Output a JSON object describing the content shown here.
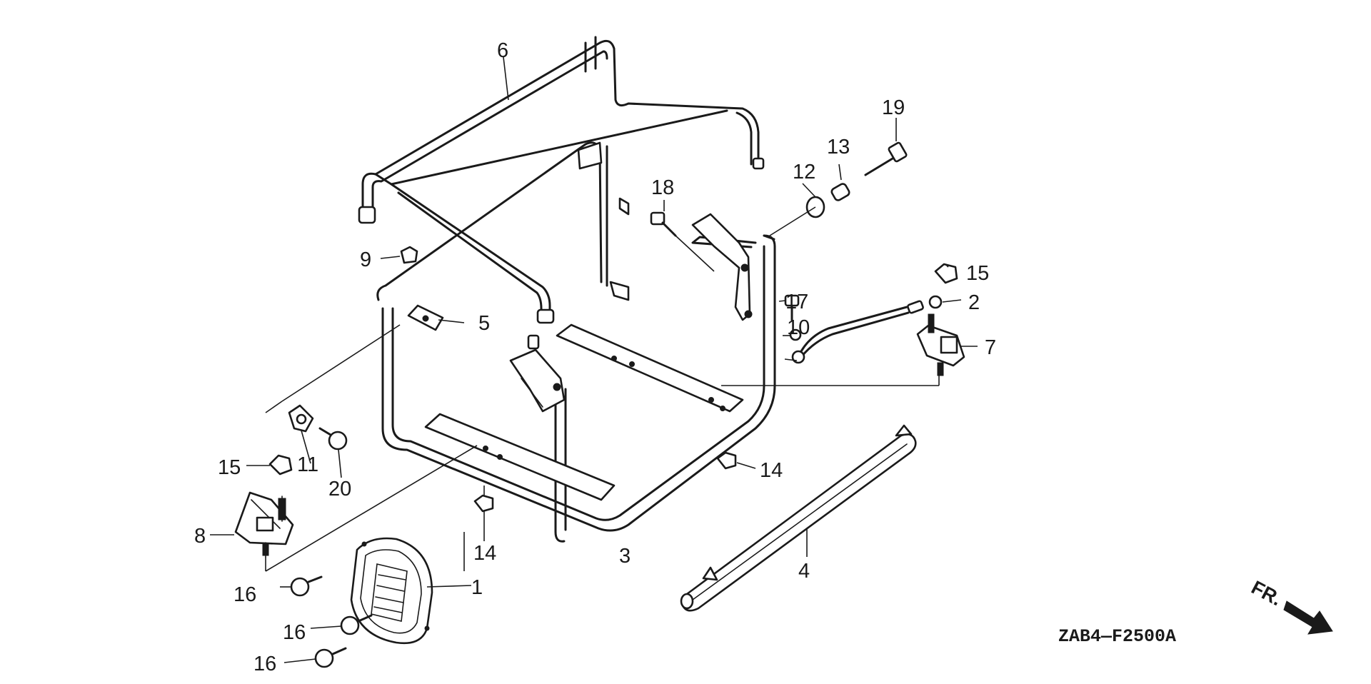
{
  "callouts": [
    {
      "id": "c1",
      "text": "1"
    },
    {
      "id": "c2",
      "text": "2"
    },
    {
      "id": "c3",
      "text": "3"
    },
    {
      "id": "c4",
      "text": "4"
    },
    {
      "id": "c5",
      "text": "5"
    },
    {
      "id": "c6",
      "text": "6"
    },
    {
      "id": "c7",
      "text": "7"
    },
    {
      "id": "c8",
      "text": "8"
    },
    {
      "id": "c9",
      "text": "9"
    },
    {
      "id": "c10",
      "text": "10"
    },
    {
      "id": "c11",
      "text": "11"
    },
    {
      "id": "c12",
      "text": "12"
    },
    {
      "id": "c13",
      "text": "13"
    },
    {
      "id": "c14a",
      "text": "14"
    },
    {
      "id": "c14b",
      "text": "14"
    },
    {
      "id": "c15a",
      "text": "15"
    },
    {
      "id": "c15b",
      "text": "15"
    },
    {
      "id": "c16a",
      "text": "16"
    },
    {
      "id": "c16b",
      "text": "16"
    },
    {
      "id": "c16c",
      "text": "16"
    },
    {
      "id": "c17",
      "text": "17"
    },
    {
      "id": "c18",
      "text": "18"
    },
    {
      "id": "c19",
      "text": "19"
    },
    {
      "id": "c20",
      "text": "20"
    }
  ],
  "diagram_code": "ZAB4—F2500A",
  "front_marker": "FR."
}
